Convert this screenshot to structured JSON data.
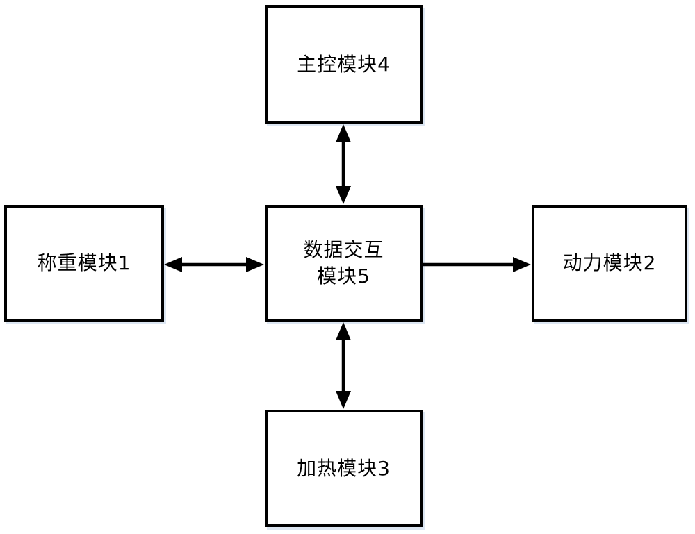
{
  "diagram": {
    "nodes": {
      "main_control": {
        "id": "4",
        "label": "主控模块4"
      },
      "weighing": {
        "id": "1",
        "label": "称重模块1"
      },
      "data_exchange": {
        "id": "5",
        "label": "数据交互\n模块5"
      },
      "power": {
        "id": "2",
        "label": "动力模块2"
      },
      "heating": {
        "id": "3",
        "label": "加热模块3"
      }
    },
    "connections": [
      {
        "from": "main_control",
        "to": "data_exchange",
        "bidirectional": true
      },
      {
        "from": "weighing",
        "to": "data_exchange",
        "bidirectional": true
      },
      {
        "from": "data_exchange",
        "to": "power",
        "bidirectional": false
      },
      {
        "from": "data_exchange",
        "to": "heating",
        "bidirectional": true
      }
    ],
    "colors": {
      "box_border": "#000000",
      "box_fill": "#ffffff",
      "box_shadow": "#dce6f2",
      "arrow": "#000000",
      "text": "#000000",
      "background": "#ffffff"
    }
  }
}
